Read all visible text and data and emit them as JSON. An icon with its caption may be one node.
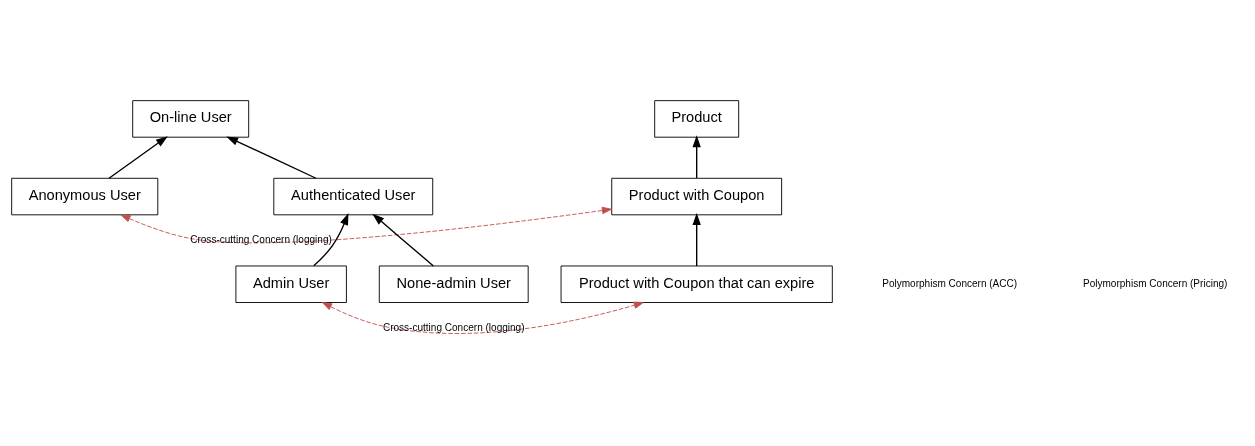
{
  "diagram": {
    "nodes": [
      {
        "text": [
          "On-line User"
        ]
      },
      {
        "text": [
          "Anonymous User"
        ]
      },
      {
        "text": [
          "Authenticated User"
        ]
      },
      {
        "text": [
          "Admin User"
        ]
      },
      {
        "text": [
          "None-admin User"
        ]
      },
      {
        "text": [
          "Product"
        ]
      },
      {
        "text": [
          "Product with Coupon"
        ]
      },
      {
        "text": [
          "Product with Coupon that can expire"
        ]
      }
    ],
    "edges": [
      {
        "from": 1,
        "to": 0,
        "arrow": "to"
      },
      {
        "from": 2,
        "to": 0,
        "arrow": "to"
      },
      {
        "from": 3,
        "to": 2,
        "arrow": "to"
      },
      {
        "from": 4,
        "to": 2,
        "arrow": "to"
      },
      {
        "from": 6,
        "to": 5,
        "arrow": "to"
      },
      {
        "from": 7,
        "to": 6,
        "arrow": "to"
      },
      {
        "from": 1,
        "to": 6,
        "arrow": "both",
        "label": "Cross-cutting Concern (logging)",
        "style": "dashed",
        "color": "#c0504d"
      },
      {
        "from": 3,
        "to": 7,
        "arrow": "both",
        "label": "Cross-cutting Concern (logging)",
        "style": "dashed",
        "color": "#c0504d"
      }
    ],
    "labels": [
      "Polymorphism Concern (ACC)",
      "Polymorphism Concern (Pricing)"
    ]
  }
}
